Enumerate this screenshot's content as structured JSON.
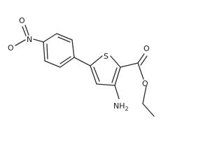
{
  "molecule": {
    "labels": {
      "nitro_n": "N",
      "nitro_o_top": "O",
      "nitro_o_left": "O",
      "ring_s": "S",
      "amino": "NH",
      "amino_sub": "2",
      "ester_o_carbonyl": "O",
      "ester_o_ether": "O"
    }
  }
}
